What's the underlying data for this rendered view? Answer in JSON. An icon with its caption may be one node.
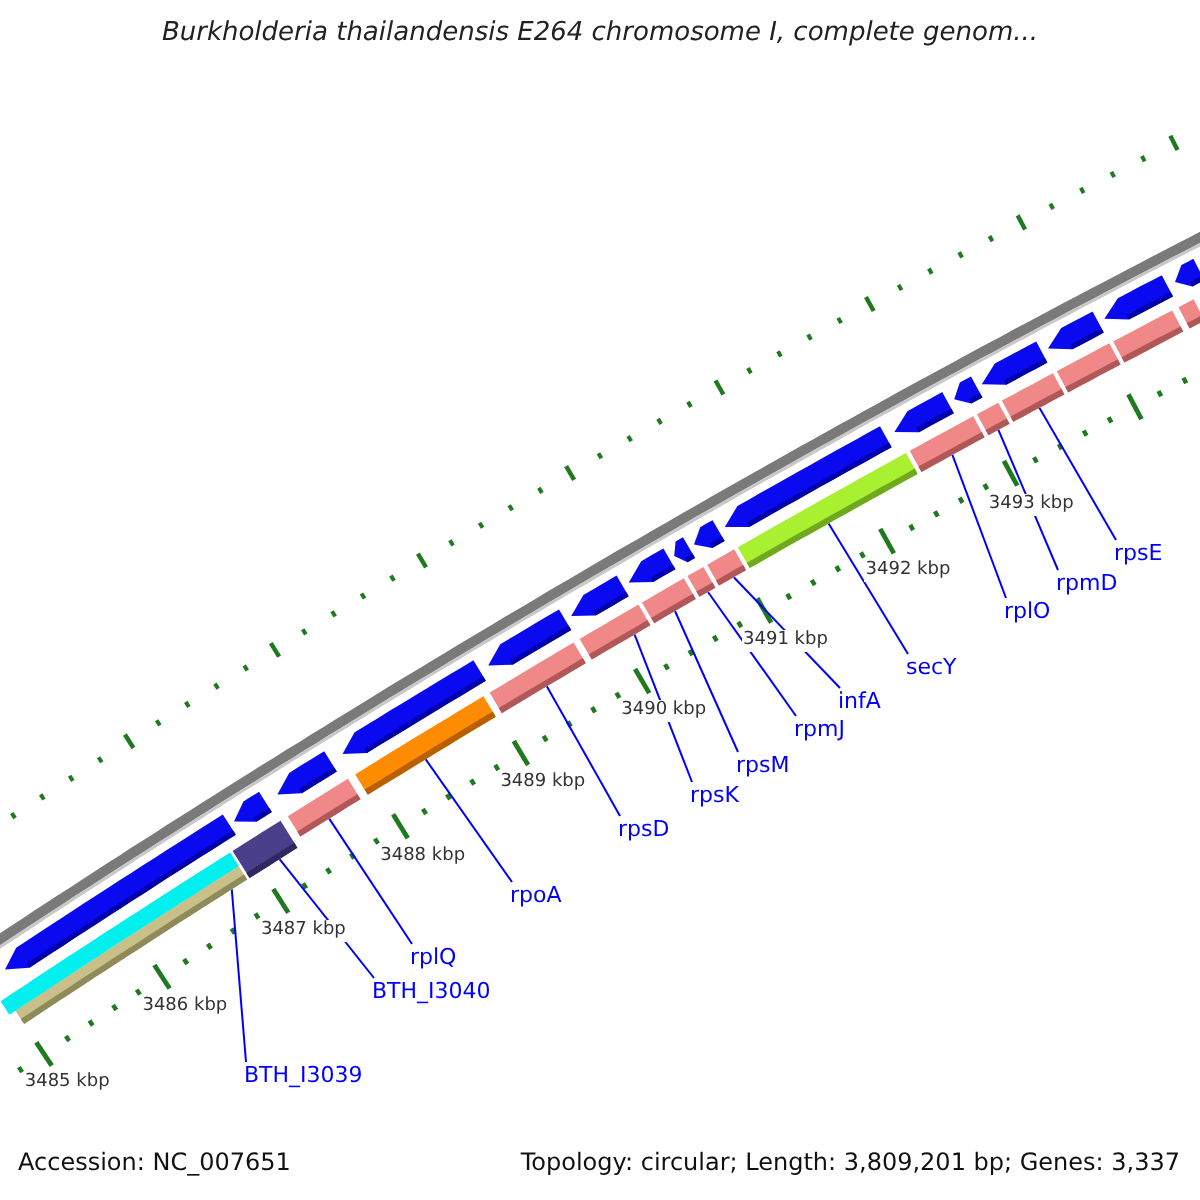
{
  "diagram": {
    "title": "Burkholderia thailandensis E264 chromosome I, complete genom...",
    "nodes": [
      {
        "text": [
          "BTH_I3039"
        ]
      },
      {
        "text": [
          "BTH_I3040"
        ]
      },
      {
        "text": [
          "rplQ"
        ]
      },
      {
        "text": [
          "rpoA"
        ]
      },
      {
        "text": [
          "rpsD"
        ]
      },
      {
        "text": [
          "rpsK"
        ]
      },
      {
        "text": [
          "rpsM"
        ]
      },
      {
        "text": [
          "rpmJ"
        ]
      },
      {
        "text": [
          "infA"
        ]
      },
      {
        "text": [
          "secY"
        ]
      },
      {
        "text": [
          "rplO"
        ]
      },
      {
        "text": [
          "rpmD"
        ]
      },
      {
        "text": [
          "rpsE"
        ]
      },
      {
        "text": [],
        "shape": "bar"
      },
      {
        "text": [],
        "shape": "bar"
      },
      {
        "text": [],
        "shape": "bar"
      },
      {
        "text": [],
        "shape": "bar"
      },
      {
        "text": [],
        "shape": "bar"
      },
      {
        "text": [],
        "shape": "bar"
      },
      {
        "text": [],
        "shape": "bar"
      },
      {
        "text": [],
        "shape": "bar"
      },
      {
        "text": [],
        "shape": "bar"
      },
      {
        "text": [],
        "shape": "bar"
      },
      {
        "text": [],
        "shape": "bar"
      },
      {
        "text": [],
        "shape": "bar"
      },
      {
        "text": [],
        "shape": "bar"
      },
      {
        "text": [],
        "shape": "bar"
      },
      {
        "text": [],
        "shape": "bar"
      },
      {
        "text": [],
        "shape": "bar"
      },
      {
        "text": [],
        "shape": "bar"
      },
      {
        "text": [],
        "shape": "arrow"
      },
      {
        "text": [],
        "shape": "arrow"
      },
      {
        "text": [],
        "shape": "arrow"
      },
      {
        "text": [],
        "shape": "arrow"
      },
      {
        "text": [],
        "shape": "arrow"
      },
      {
        "text": [],
        "shape": "arrow"
      },
      {
        "text": [],
        "shape": "arrow"
      },
      {
        "text": [],
        "shape": "arrow"
      },
      {
        "text": [],
        "shape": "arrow"
      },
      {
        "text": [],
        "shape": "arrow"
      },
      {
        "text": [],
        "shape": "arrow"
      },
      {
        "text": [],
        "shape": "arrow"
      },
      {
        "text": [],
        "shape": "arrow"
      },
      {
        "text": [],
        "shape": "arrow"
      },
      {
        "text": [],
        "shape": "arrow"
      },
      {
        "text": [],
        "shape": "arrow"
      }
    ],
    "edges": [
      {
        "from": 0,
        "to": 13,
        "arrow": "none"
      },
      {
        "from": 1,
        "to": 14,
        "arrow": "none"
      },
      {
        "from": 2,
        "to": 15,
        "arrow": "none"
      },
      {
        "from": 3,
        "to": 16,
        "arrow": "none"
      },
      {
        "from": 4,
        "to": 17,
        "arrow": "none"
      },
      {
        "from": 5,
        "to": 18,
        "arrow": "none"
      },
      {
        "from": 6,
        "to": 19,
        "arrow": "none"
      },
      {
        "from": 7,
        "to": 20,
        "arrow": "none"
      },
      {
        "from": 8,
        "to": 21,
        "arrow": "none"
      },
      {
        "from": 9,
        "to": 22,
        "arrow": "none"
      },
      {
        "from": 10,
        "to": 23,
        "arrow": "none"
      },
      {
        "from": 11,
        "to": 24,
        "arrow": "none"
      },
      {
        "from": 12,
        "to": 25,
        "arrow": "none"
      }
    ],
    "labels": [
      "3485 kbp",
      "3486 kbp",
      "3487 kbp",
      "3488 kbp",
      "3489 kbp",
      "3490 kbp",
      "3491 kbp",
      "3492 kbp",
      "3493 kbp",
      "Accession: NC_007651",
      "Topology: circular; Length: 3,809,201 bp; Genes: 3,337"
    ]
  }
}
